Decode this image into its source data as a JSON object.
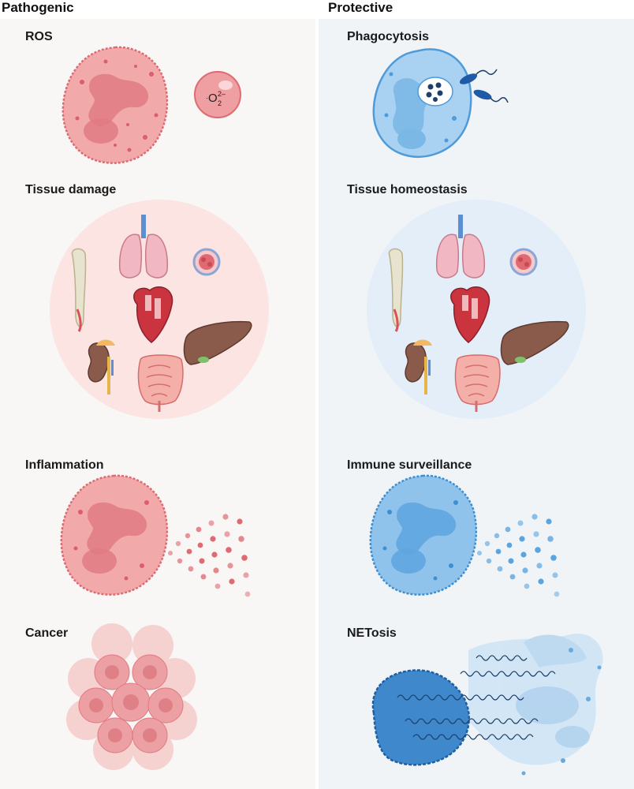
{
  "columns": {
    "pathogenic": {
      "header": "Pathogenic",
      "accent": "#e5737a",
      "labels": {
        "ros": "ROS",
        "tissue": "Tissue damage",
        "inflammation": "Inflammation",
        "cancer": "Cancer"
      },
      "ros_symbol": {
        "main": "O",
        "sup": "2–",
        "sub": "2",
        "dot": "·"
      }
    },
    "protective": {
      "header": "Protective",
      "accent": "#5ea6dd",
      "labels": {
        "phagocytosis": "Phagocytosis",
        "tissue": "Tissue homeostasis",
        "surveillance": "Immune surveillance",
        "netosis": "NETosis"
      }
    }
  },
  "icons": [
    "neutrophil-icon",
    "superoxide-icon",
    "bacteria-icon",
    "lung-icon",
    "heart-icon",
    "liver-icon",
    "kidney-icon",
    "intestine-icon",
    "bone-icon",
    "blood-vessel-icon",
    "tumor-cells-icon",
    "net-strands-icon"
  ]
}
